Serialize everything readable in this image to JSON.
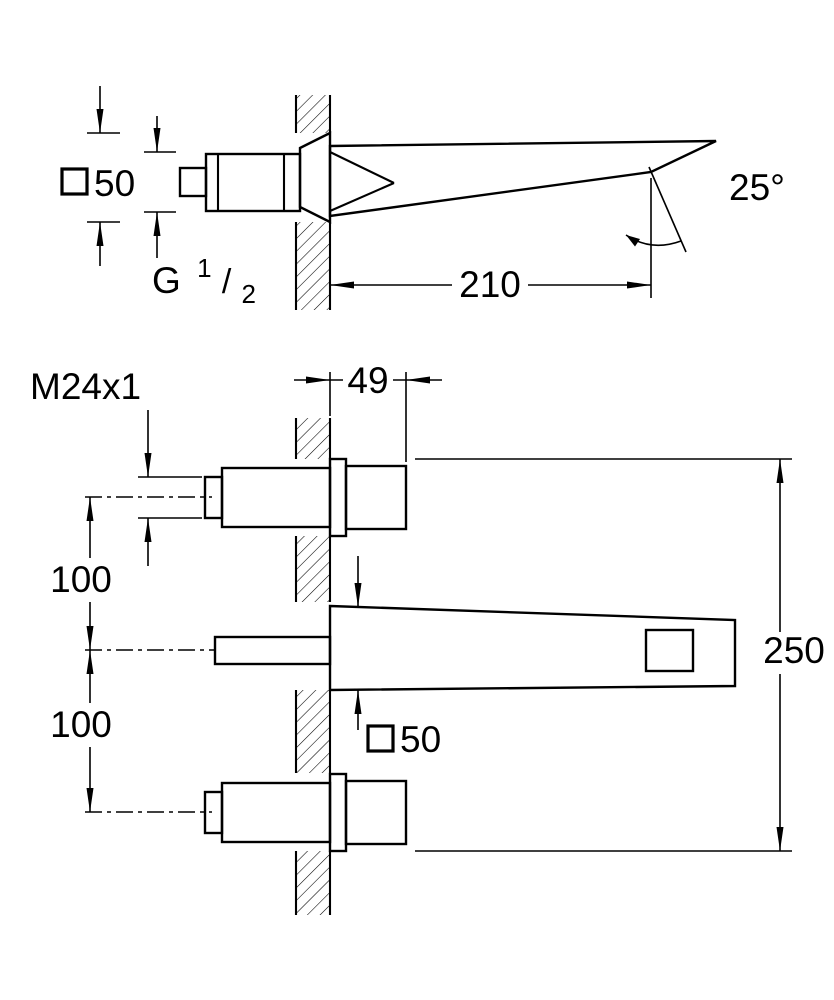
{
  "page": {
    "background": "#ffffff",
    "line_color": "#000000"
  },
  "top_view": {
    "square_dim": {
      "symbol": "square",
      "value": "50"
    },
    "thread": {
      "prefix": "G",
      "numerator": "1",
      "slash": "/",
      "denominator": "2"
    },
    "reach": "210",
    "spray_angle": "25°"
  },
  "bottom_view": {
    "spindle_thread": "M24x1",
    "wall_to_front": "49",
    "upper_spacing": "100",
    "lower_spacing": "100",
    "overall_height": "250",
    "square_dim": {
      "symbol": "square",
      "value": "50"
    }
  }
}
